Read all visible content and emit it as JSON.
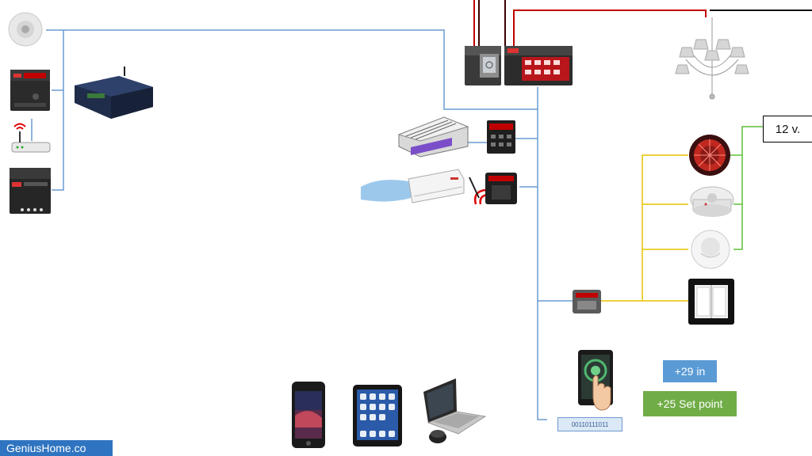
{
  "labels": {
    "voltage": "12 v.",
    "temperature_in": "+29 in",
    "set_point": "+25 Set point",
    "binary": "00110111011",
    "brand": "GeniusHome.co"
  },
  "colors": {
    "bus_wire": "#6a9bd0",
    "power_red": "#c00000",
    "power_dark": "#3a0000",
    "sensor_yellow": "#e6c200",
    "sensor_green": "#5fbf3a",
    "temp_box": "#5b9bd5",
    "setpoint_box": "#70ad47",
    "brand_bar": "#2f74c0"
  },
  "devices": {
    "left_column": [
      "ceiling-motion-sensor-icon",
      "din-relay-module-icon",
      "wifi-router-icon",
      "din-power-supply-icon"
    ],
    "server": "home-server-box-icon",
    "panel": [
      "din-logic-controller-icon",
      "din-relay-bank-icon"
    ],
    "hvac": [
      "fan-coil-unit-icon",
      "hvac-controller-module-icon",
      "split-ac-unit-icon",
      "ir-ac-gateway-icon"
    ],
    "lighting": "chandelier-icon",
    "sensors": [
      "heat-detector-icon",
      "smoke-detector-icon",
      "ceiling-sensor-icon",
      "light-switch-icon",
      "dry-contact-module-icon"
    ],
    "touch_panel": "wall-touch-panel-icon",
    "clients": [
      "smartphone-icon",
      "tablet-icon",
      "laptop-icon"
    ]
  }
}
